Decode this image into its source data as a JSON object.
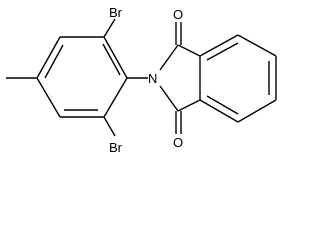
{
  "molecule": {
    "atoms": {
      "br_top": "Br",
      "br_bottom": "Br",
      "n": "N",
      "o_top": "O",
      "o_bottom": "O"
    }
  }
}
